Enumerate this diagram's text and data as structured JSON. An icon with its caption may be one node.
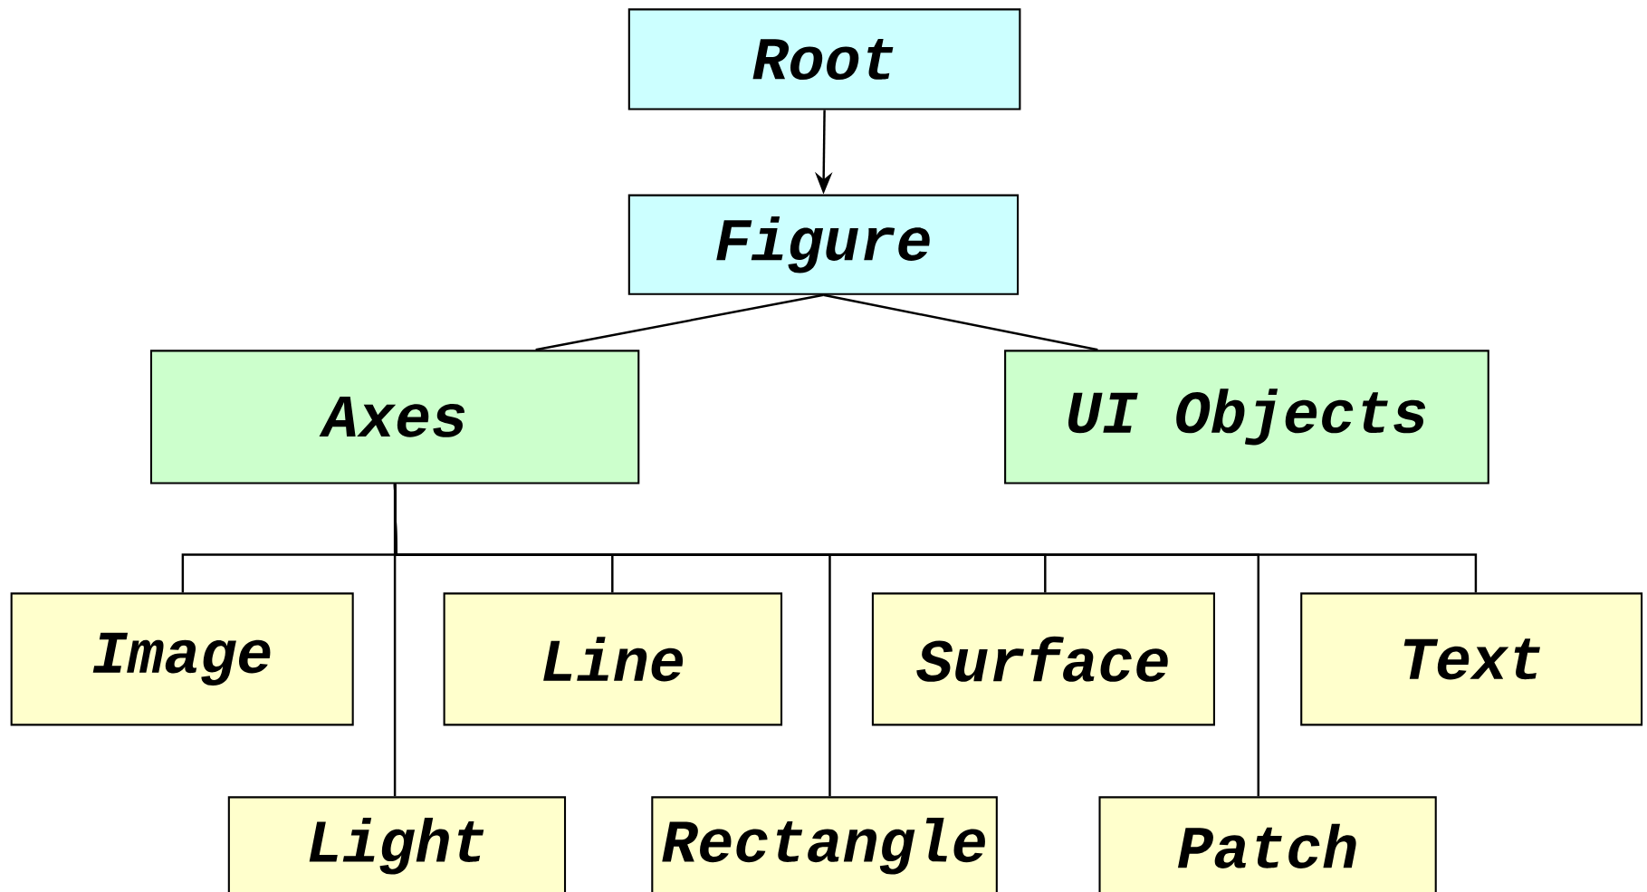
{
  "diagram": {
    "nodes": [
      {
        "text": [
          "Root"
        ]
      },
      {
        "text": [
          "Figure"
        ]
      },
      {
        "text": [
          "Axes"
        ]
      },
      {
        "text": [
          "UI Objects"
        ]
      },
      {
        "text": [
          "Image"
        ]
      },
      {
        "text": [
          "Line"
        ]
      },
      {
        "text": [
          "Surface"
        ]
      },
      {
        "text": [
          "Text"
        ]
      },
      {
        "text": [
          "Light"
        ]
      },
      {
        "text": [
          "Rectangle"
        ]
      },
      {
        "text": [
          "Patch"
        ]
      }
    ],
    "edges": [
      {
        "from": 0,
        "to": 1,
        "arrow": "to"
      },
      {
        "from": 1,
        "to": 2,
        "arrow": "none"
      },
      {
        "from": 1,
        "to": 3,
        "arrow": "none"
      },
      {
        "from": 2,
        "to": 4,
        "arrow": "none"
      },
      {
        "from": 2,
        "to": 5,
        "arrow": "none"
      },
      {
        "from": 2,
        "to": 6,
        "arrow": "none"
      },
      {
        "from": 2,
        "to": 7,
        "arrow": "none"
      },
      {
        "from": 2,
        "to": 8,
        "arrow": "none"
      },
      {
        "from": 2,
        "to": 9,
        "arrow": "none"
      },
      {
        "from": 2,
        "to": 10,
        "arrow": "none"
      }
    ]
  }
}
